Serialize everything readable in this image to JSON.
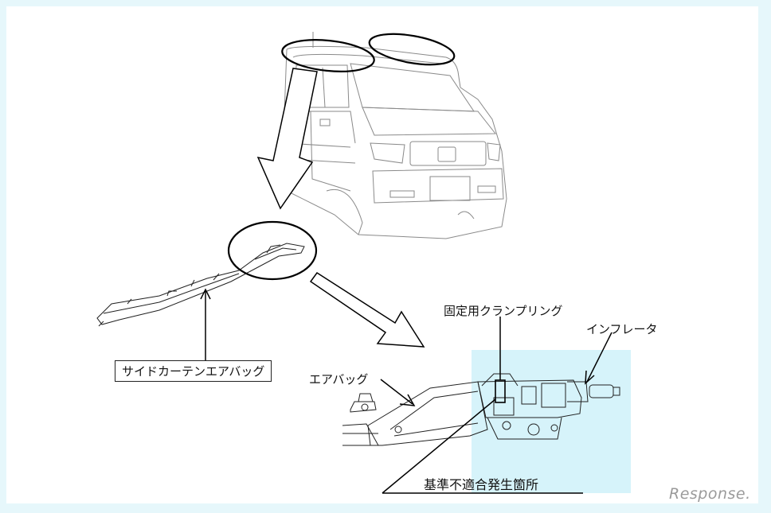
{
  "labels": {
    "side_curtain_airbag": "サイドカーテンエアバッグ",
    "clamp_ring": "固定用クランプリング",
    "inflator": "インフレータ",
    "airbag": "エアバッグ",
    "nonconformity_location": "基準不適合発生箇所"
  },
  "watermark": "Response."
}
